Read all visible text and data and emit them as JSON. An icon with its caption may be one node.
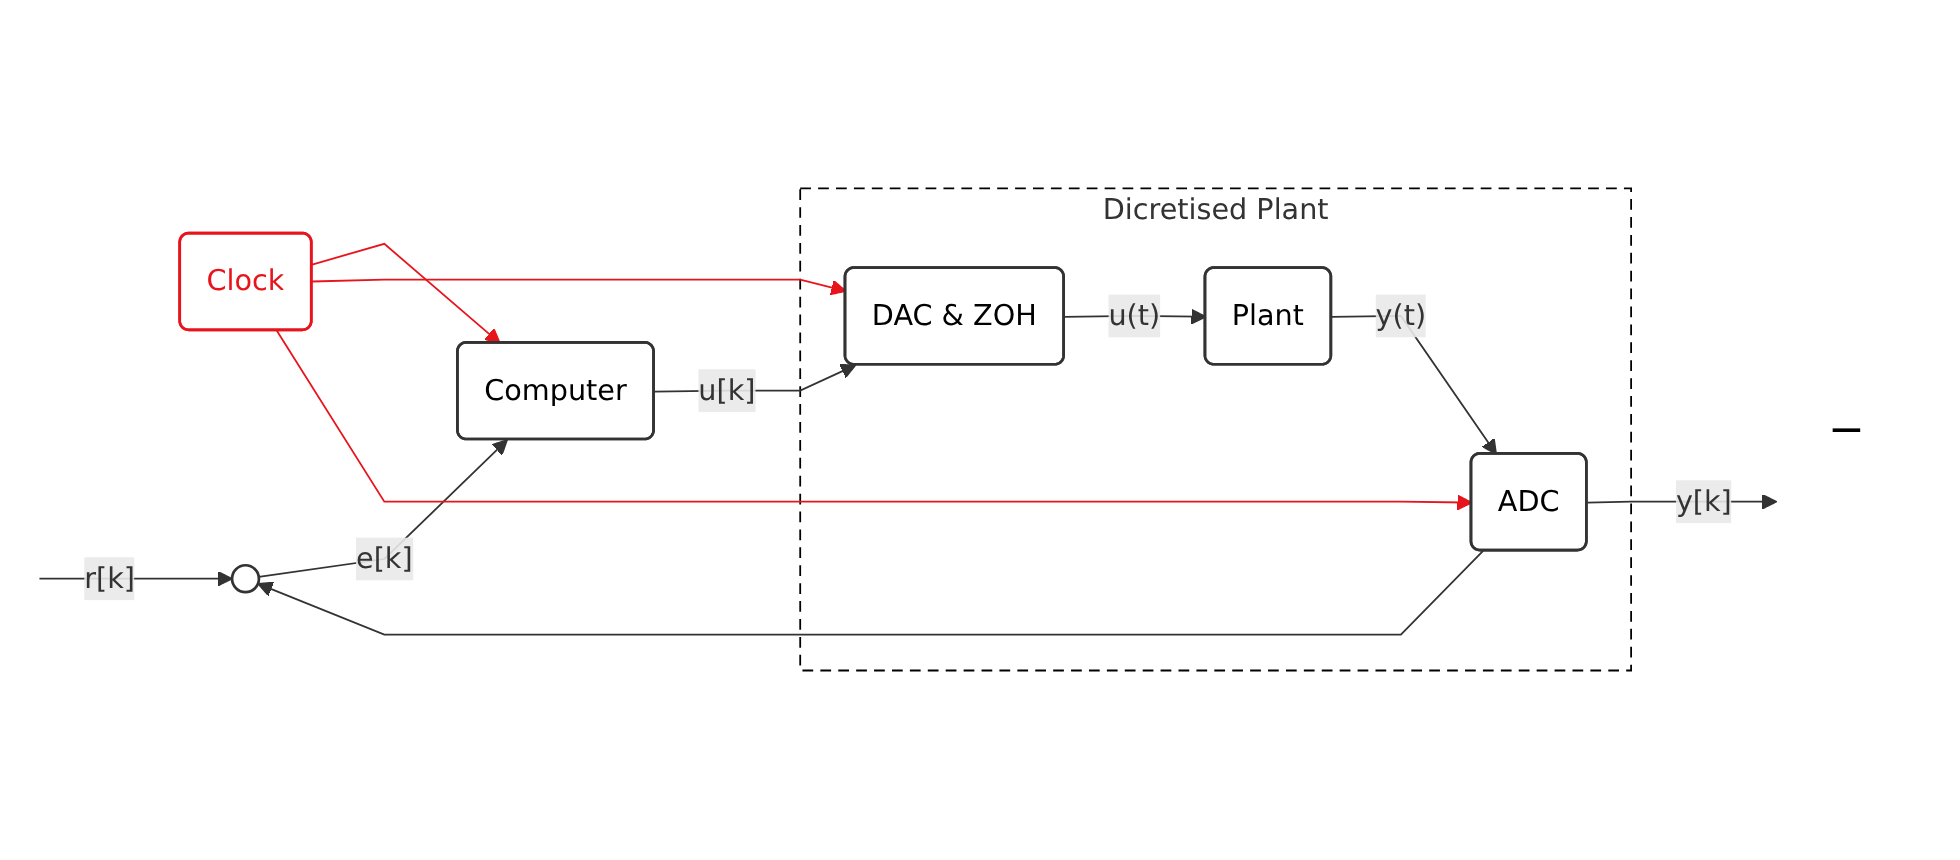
{
  "diagram": {
    "nodes": [
      {
        "text": [
          "Clock"
        ]
      },
      {
        "text": [],
        "shape": "circle"
      },
      {
        "text": [
          "Computer"
        ]
      },
      {
        "text": [
          "Dicretised Plant"
        ]
      },
      {
        "text": [
          "DAC & ZOH"
        ],
        "in": 3
      },
      {
        "text": [
          "Plant"
        ],
        "in": 3
      },
      {
        "text": [
          "ADC"
        ],
        "in": 3
      }
    ],
    "edges": [
      {
        "from": null,
        "to": 1,
        "arrow": "to",
        "label": "r[k]"
      },
      {
        "from": 1,
        "to": 2,
        "arrow": "to",
        "label": "e[k]"
      },
      {
        "from": 2,
        "to": 4,
        "arrow": "to",
        "label": "u[k]"
      },
      {
        "from": 4,
        "to": 5,
        "arrow": "to",
        "label": "u(t)"
      },
      {
        "from": 5,
        "to": 6,
        "arrow": "to",
        "label": "y(t)"
      },
      {
        "from": 6,
        "to": null,
        "arrow": "to",
        "label": "y[k]"
      },
      {
        "from": 6,
        "to": 1,
        "arrow": "to"
      },
      {
        "from": 0,
        "to": 2,
        "arrow": "to",
        "color": "#e8141c"
      },
      {
        "from": 0,
        "to": 4,
        "arrow": "to",
        "color": "#e8141c"
      },
      {
        "from": 0,
        "to": 6,
        "arrow": "to",
        "color": "#e8141c"
      }
    ],
    "labels": [
      "−"
    ]
  }
}
